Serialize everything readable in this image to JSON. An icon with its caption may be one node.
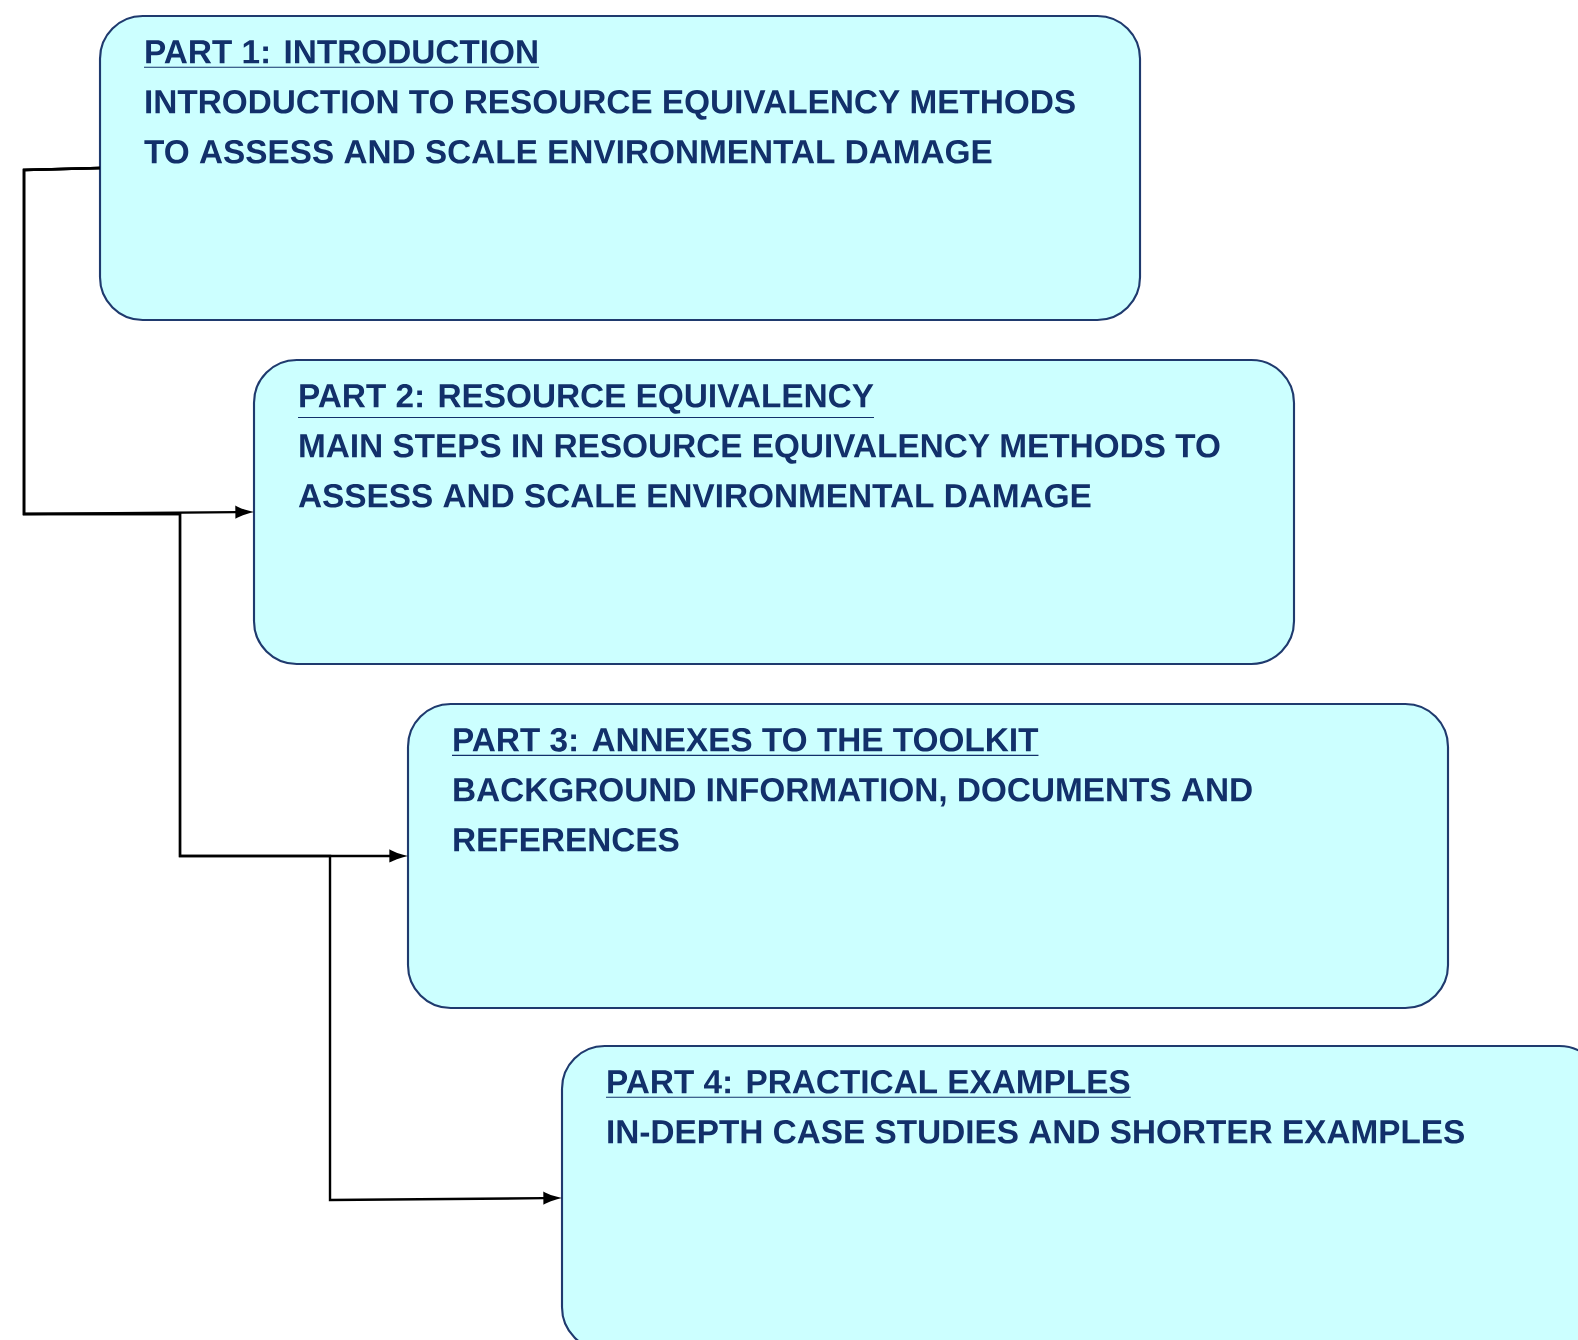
{
  "diagram": {
    "nodes": [
      {
        "text": [
          "PART 1: INTRODUCTION",
          "INTRODUCTION TO RESOURCE EQUIVALENCY METHODS TO ASSESS AND SCALE ENVIRONMENTAL DAMAGE"
        ]
      },
      {
        "text": [
          "PART 2: RESOURCE EQUIVALENCY",
          "MAIN STEPS IN RESOURCE EQUIVALENCY METHODS TO ASSESS AND SCALE ENVIRONMENTAL DAMAGE"
        ]
      },
      {
        "text": [
          "PART 3: ANNEXES TO THE TOOLKIT",
          "BACKGROUND INFORMATION, DOCUMENTS AND REFERENCES"
        ]
      },
      {
        "text": [
          "PART 4: PRACTICAL EXAMPLES",
          "IN-DEPTH CASE STUDIES AND SHORTER EXAMPLES"
        ]
      }
    ],
    "edges": [
      {
        "from": 0,
        "to": 1,
        "arrow": "to"
      },
      {
        "from": 0,
        "to": 2,
        "arrow": "to"
      },
      {
        "from": 0,
        "to": 3,
        "arrow": "to"
      }
    ]
  }
}
